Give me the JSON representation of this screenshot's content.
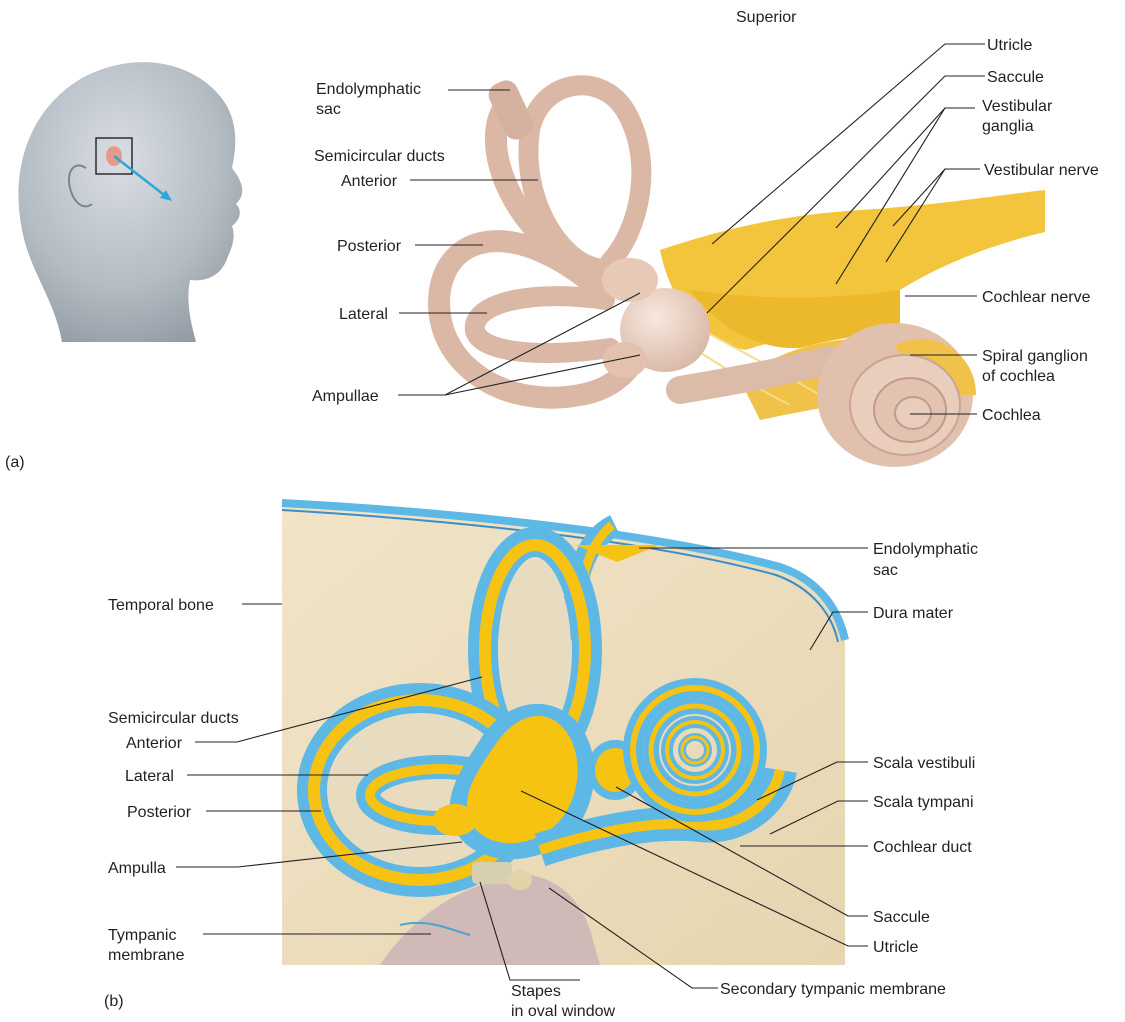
{
  "panel_a": {
    "letter": "(a)",
    "orientation": "Superior",
    "labels": {
      "endolymphatic_sac": [
        "Endolymphatic",
        "sac"
      ],
      "semicircular_ducts": "Semicircular ducts",
      "anterior": "Anterior",
      "posterior": "Posterior",
      "lateral": "Lateral",
      "ampullae": "Ampullae",
      "utricle": "Utricle",
      "saccule": "Saccule",
      "vestibular_ganglia": [
        "Vestibular",
        "ganglia"
      ],
      "vestibular_nerve": "Vestibular nerve",
      "cochlear_nerve": "Cochlear nerve",
      "spiral_ganglion": [
        "Spiral ganglion",
        "of cochlea"
      ],
      "cochlea": "Cochlea"
    }
  },
  "panel_b": {
    "letter": "(b)",
    "labels": {
      "temporal_bone": "Temporal bone",
      "semicircular_ducts": "Semicircular ducts",
      "anterior": "Anterior",
      "lateral": "Lateral",
      "posterior": "Posterior",
      "ampulla": "Ampulla",
      "tympanic_membrane": [
        "Tympanic",
        "membrane"
      ],
      "stapes": [
        "Stapes",
        "in oval window"
      ],
      "secondary_tympanic_membrane": "Secondary tympanic membrane",
      "endolymphatic_sac": [
        "Endolymphatic",
        "sac"
      ],
      "dura_mater": "Dura mater",
      "scala_vestibuli": "Scala vestibuli",
      "scala_tympani": "Scala tympani",
      "cochlear_duct": "Cochlear duct",
      "saccule": "Saccule",
      "utricle": "Utricle"
    }
  },
  "colors": {
    "membranous_labyrinth": "#e8c9b8",
    "nerve": "#f2c53d",
    "endolymph": "#f7c313",
    "perilymph": "#5eb8e6",
    "bone": "#efe2c6"
  }
}
